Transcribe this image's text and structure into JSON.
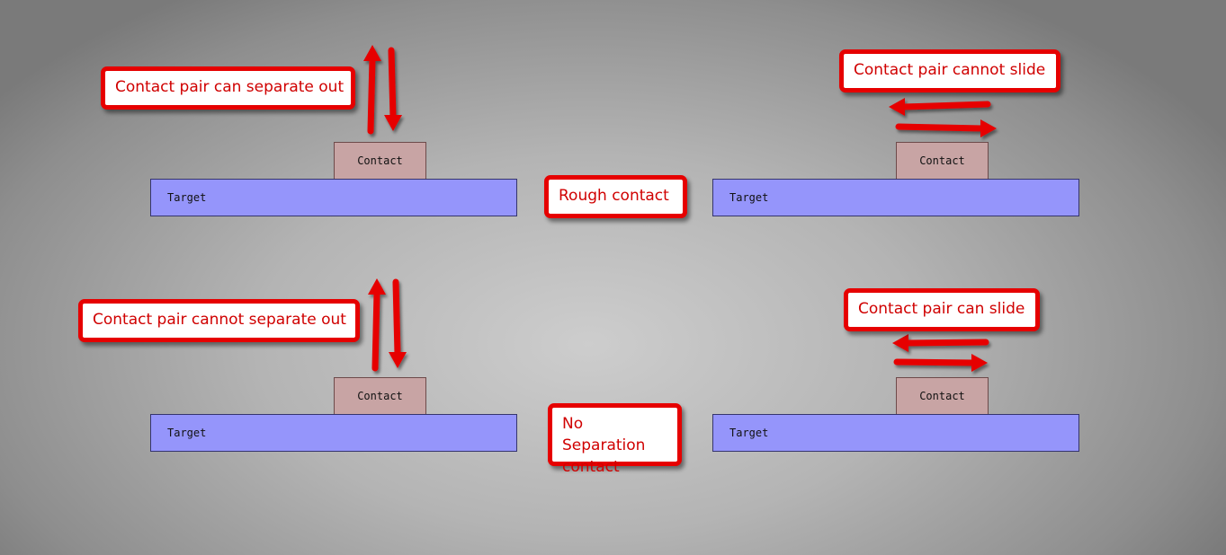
{
  "labels": {
    "rough_contact": "Rough contact",
    "no_separation_contact": "No Separation\ncontact",
    "tl_note": "Contact pair can separate out",
    "tr_note": "Contact pair cannot slide",
    "bl_note": "Contact pair cannot separate out",
    "br_note": "Contact pair can slide"
  },
  "blocks": {
    "target": "Target",
    "contact": "Contact"
  },
  "colors": {
    "accent": "#e60000",
    "callout_text": "#d00000",
    "target_fill": "#9595fb",
    "contact_fill": "#c8a4a4"
  }
}
